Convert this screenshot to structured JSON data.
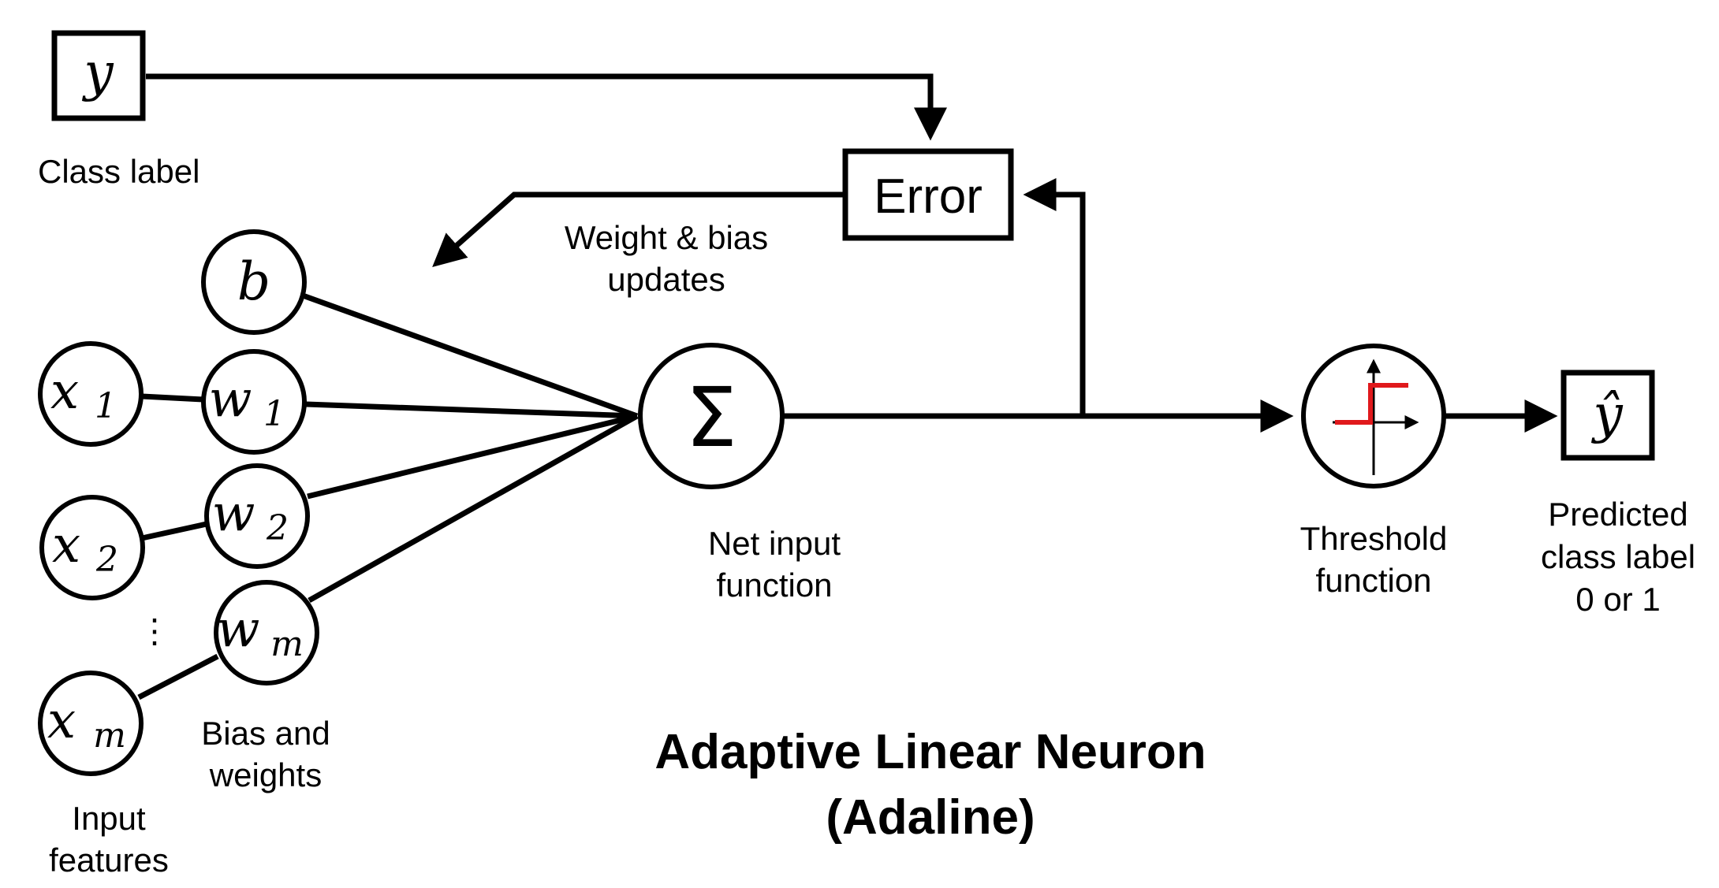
{
  "class_label_box": {
    "var": "y"
  },
  "class_label": "Class label",
  "error_box": "Error",
  "weight_update": {
    "line1": "Weight & bias",
    "line2": "updates"
  },
  "bias_node": "b",
  "inputs": [
    {
      "name": "x",
      "sub": "1"
    },
    {
      "name": "x",
      "sub": "2"
    },
    {
      "name": "x",
      "sub": "m"
    }
  ],
  "weights": [
    {
      "name": "w",
      "sub": "1"
    },
    {
      "name": "w",
      "sub": "2"
    },
    {
      "name": "w",
      "sub": "m"
    }
  ],
  "ellipsis": "⋮",
  "sum_symbol": "Σ",
  "net_input": {
    "line1": "Net input",
    "line2": "function"
  },
  "threshold": {
    "line1": "Threshold",
    "line2": "function"
  },
  "threshold_color": "#e0191c",
  "output_box": {
    "var": "ŷ"
  },
  "predicted": {
    "line1": "Predicted",
    "line2": "class label",
    "line3": "0 or 1"
  },
  "bias_weights": {
    "line1": "Bias and",
    "line2": "weights"
  },
  "input_features": {
    "line1": "Input",
    "line2": "features"
  },
  "title": {
    "line1": "Adaptive Linear Neuron",
    "line2": "(Adaline)"
  }
}
